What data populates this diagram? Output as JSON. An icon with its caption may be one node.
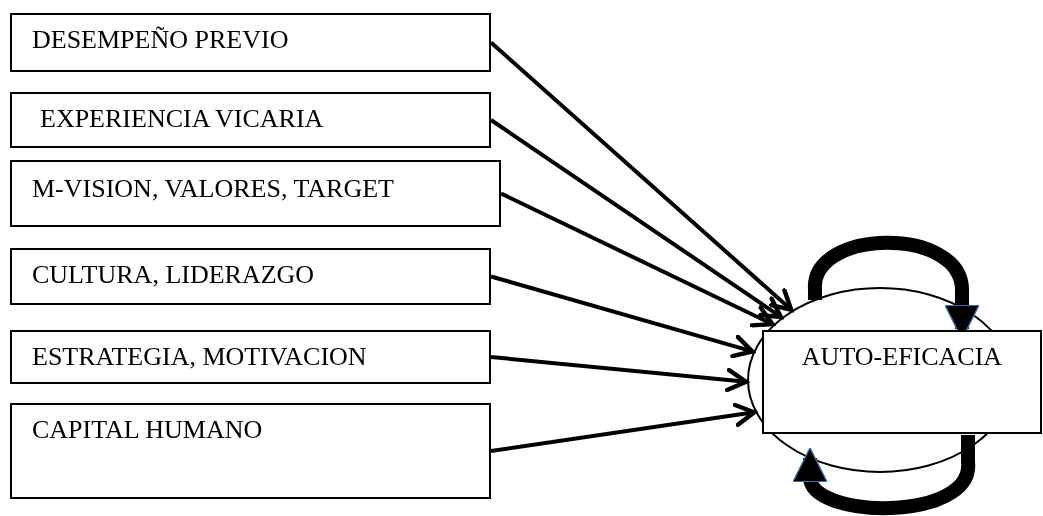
{
  "diagram": {
    "nodes": [
      {
        "text": [
          "DESEMPEÑO PREVIO"
        ]
      },
      {
        "text": [
          "EXPERIENCIA VICARIA"
        ]
      },
      {
        "text": [
          "M-VISION, VALORES, TARGET"
        ]
      },
      {
        "text": [
          "CULTURA, LIDERAZGO"
        ]
      },
      {
        "text": [
          "ESTRATEGIA, MOTIVACION"
        ]
      },
      {
        "text": [
          "CAPITAL HUMANO"
        ]
      },
      {
        "text": [],
        "shape": "ellipse"
      },
      {
        "text": [
          "AUTO-EFICACIA"
        ]
      }
    ],
    "edges": [
      {
        "from": 0,
        "to": 6,
        "arrow": "to"
      },
      {
        "from": 1,
        "to": 6,
        "arrow": "to"
      },
      {
        "from": 2,
        "to": 6,
        "arrow": "to"
      },
      {
        "from": 3,
        "to": 6,
        "arrow": "to"
      },
      {
        "from": 4,
        "to": 6,
        "arrow": "to"
      },
      {
        "from": 5,
        "to": 6,
        "arrow": "to"
      },
      {
        "from": 6,
        "to": 7,
        "arrow": "to",
        "style": "thick"
      },
      {
        "from": 7,
        "to": 6,
        "arrow": "to",
        "style": "thick"
      }
    ]
  }
}
